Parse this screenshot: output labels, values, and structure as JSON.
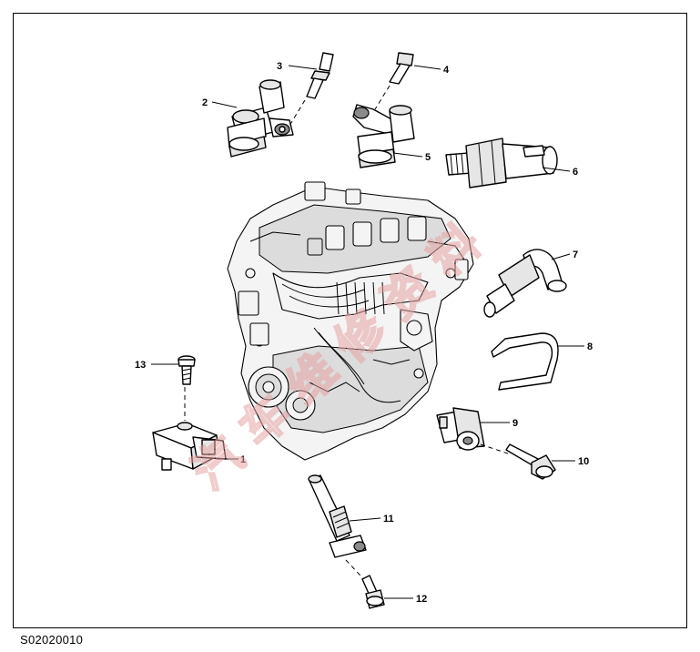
{
  "callouts": [
    {
      "id": "1",
      "text": "1"
    },
    {
      "id": "2",
      "text": "2"
    },
    {
      "id": "3",
      "text": "3"
    },
    {
      "id": "4",
      "text": "4"
    },
    {
      "id": "5",
      "text": "5"
    },
    {
      "id": "6",
      "text": "6"
    },
    {
      "id": "7",
      "text": "7"
    },
    {
      "id": "8",
      "text": "8"
    },
    {
      "id": "9",
      "text": "9"
    },
    {
      "id": "10",
      "text": "10"
    },
    {
      "id": "11",
      "text": "11"
    },
    {
      "id": "12",
      "text": "12"
    },
    {
      "id": "13",
      "text": "13"
    }
  ],
  "figure_code": "S02020010",
  "watermark_text": "汽车维修资料",
  "watermark_color": "#e7a3a3"
}
